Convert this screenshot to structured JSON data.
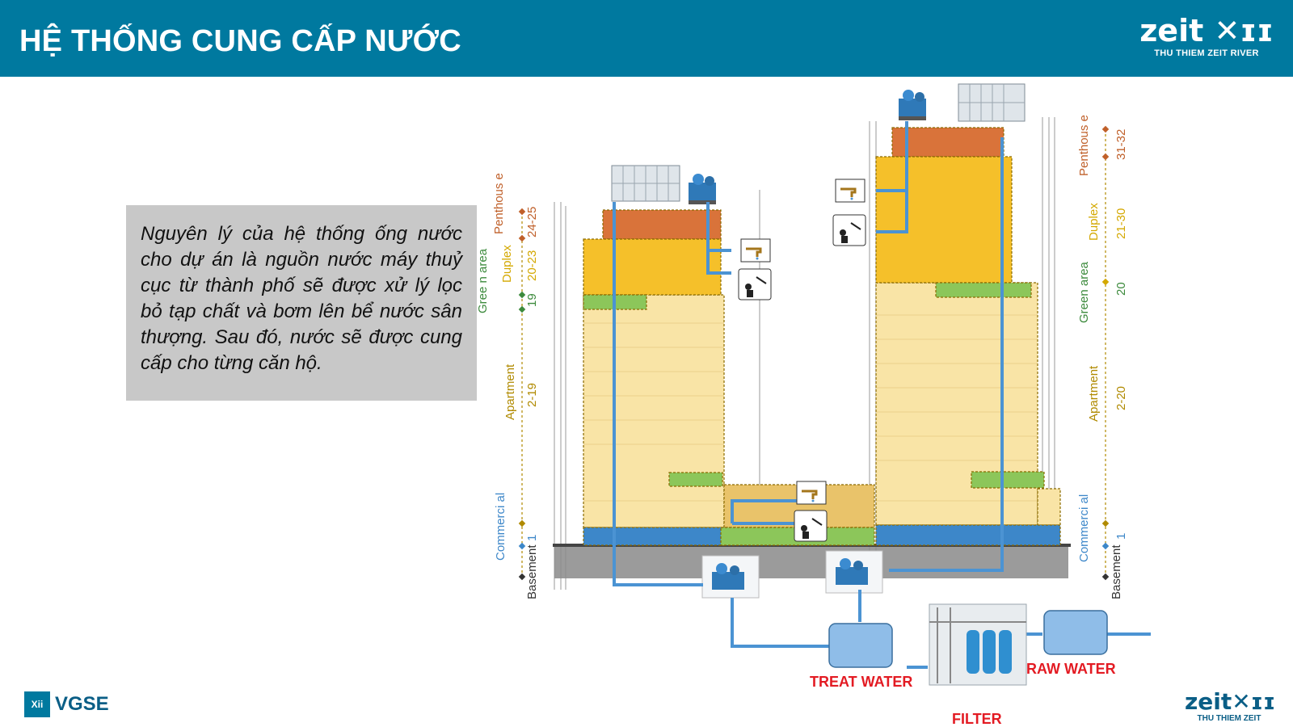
{
  "header": {
    "title": "HỆ THỐNG CUNG CẤP NƯỚC",
    "brand_word": "zeit",
    "brand_sub": "THU THIEM ZEIT RIVER"
  },
  "description": "Nguyên lý của hệ thống ống nước cho dự án là nguồn nước máy thuỷ cục từ thành phố sẽ được xử lý lọc bỏ tạp chất và bơm lên bể nước sân thượng. Sau đó, nước sẽ được cung cấp cho từng căn hộ.",
  "diagram": {
    "left_tower_labels": {
      "penthouse": "Penthous e",
      "penthouse_floors": "24-25",
      "duplex": "Duplex",
      "duplex_floors": "20-23",
      "green": "Gree n area",
      "green_floors": "19",
      "apartment": "Apartment",
      "apartment_floors": "2-19",
      "commercial": "Commerci al",
      "commercial_floors": "1",
      "basement": "Basement"
    },
    "right_tower_labels": {
      "penthouse": "Penthous e",
      "penthouse_floors": "31-32",
      "duplex": "Duplex",
      "duplex_floors": "21-30",
      "green": "Green area",
      "green_floors": "20",
      "apartment": "Apartment",
      "apartment_floors": "2-20",
      "commercial": "Commerci al",
      "commercial_floors": "1",
      "basement": "Basement"
    },
    "treat_water": "TREAT WATER",
    "filter": "FILTER",
    "raw_water": "RAW WATER",
    "colors": {
      "penthouse": "#d9733a",
      "duplex": "#f5c02a",
      "green": "#8cc65a",
      "apartment": "#f9e4a6",
      "commercial": "#3d87c9",
      "basement": "#8a8a8a",
      "pipe": "#4b93d3",
      "label_red": "#e31b23"
    }
  },
  "footer": {
    "vgse_mark": "Xii",
    "vgse": "VGSE",
    "brand_word": "zeit",
    "brand_sub": "THU THIEM ZEIT"
  }
}
